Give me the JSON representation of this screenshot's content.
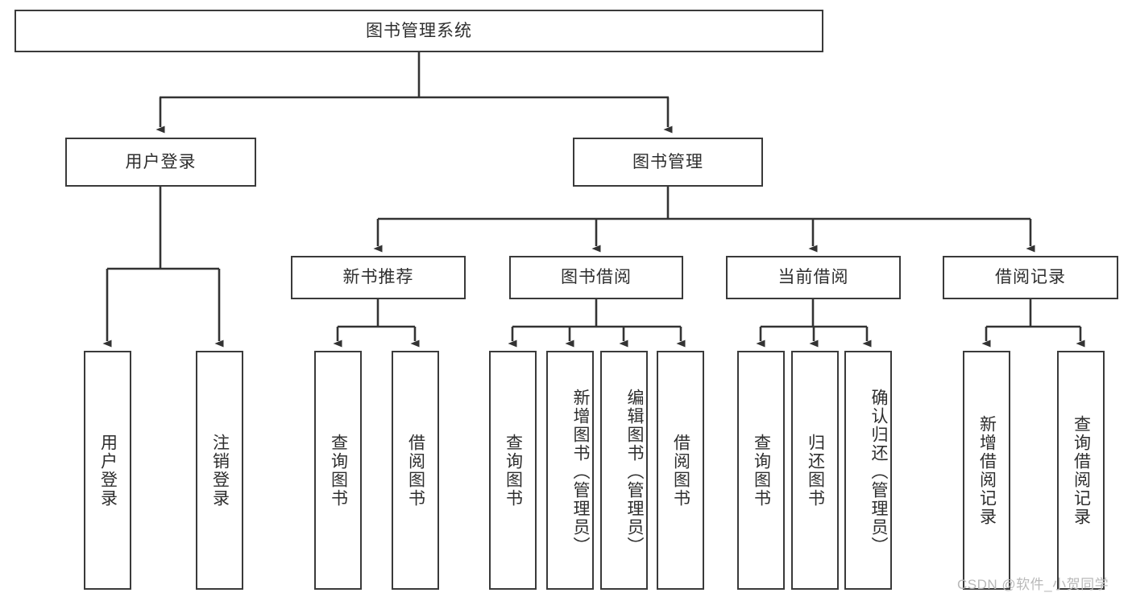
{
  "title": "图书管理系统",
  "watermark": "CSDN @软件_小贺同学",
  "colors": {
    "background": "#ffffff",
    "box_border": "#3a3a3a",
    "text": "#2e2e2e",
    "connector": "#333333",
    "watermark": "#b9b9b9"
  },
  "root": {
    "label": "图书管理系统"
  },
  "level2": [
    {
      "label": "用户登录"
    },
    {
      "label": "图书管理"
    }
  ],
  "level3": [
    {
      "label": "新书推荐"
    },
    {
      "label": "图书借阅"
    },
    {
      "label": "当前借阅"
    },
    {
      "label": "借阅记录"
    }
  ],
  "leaves": {
    "user_login": [
      {
        "label": "用户登录"
      },
      {
        "label": "注销登录"
      }
    ],
    "new_book_recommend": [
      {
        "label": "查询图书"
      },
      {
        "label": "借阅图书"
      }
    ],
    "book_borrow": [
      {
        "label": "查询图书"
      },
      {
        "label": "新增图书（管理员）"
      },
      {
        "label": "编辑图书（管理员）"
      },
      {
        "label": "借阅图书"
      }
    ],
    "current_borrow": [
      {
        "label": "查询图书"
      },
      {
        "label": "归还图书"
      },
      {
        "label": "确认归还（管理员）"
      }
    ],
    "borrow_records": [
      {
        "label": "新增借阅记录"
      },
      {
        "label": "查询借阅记录"
      }
    ]
  },
  "chart_data": {
    "type": "diagram",
    "diagram_type": "tree",
    "title": "图书管理系统",
    "orientation": "top-down",
    "nodes": [
      {
        "id": "root",
        "label": "图书管理系统",
        "level": 0
      },
      {
        "id": "n1",
        "label": "用户登录",
        "level": 1
      },
      {
        "id": "n2",
        "label": "图书管理",
        "level": 1
      },
      {
        "id": "n1a",
        "label": "用户登录",
        "level": 2
      },
      {
        "id": "n1b",
        "label": "注销登录",
        "level": 2
      },
      {
        "id": "n21",
        "label": "新书推荐",
        "level": 2
      },
      {
        "id": "n22",
        "label": "图书借阅",
        "level": 2
      },
      {
        "id": "n23",
        "label": "当前借阅",
        "level": 2
      },
      {
        "id": "n24",
        "label": "借阅记录",
        "level": 2
      },
      {
        "id": "n21a",
        "label": "查询图书",
        "level": 3
      },
      {
        "id": "n21b",
        "label": "借阅图书",
        "level": 3
      },
      {
        "id": "n22a",
        "label": "查询图书",
        "level": 3
      },
      {
        "id": "n22b",
        "label": "新增图书（管理员）",
        "level": 3
      },
      {
        "id": "n22c",
        "label": "编辑图书（管理员）",
        "level": 3
      },
      {
        "id": "n22d",
        "label": "借阅图书",
        "level": 3
      },
      {
        "id": "n23a",
        "label": "查询图书",
        "level": 3
      },
      {
        "id": "n23b",
        "label": "归还图书",
        "level": 3
      },
      {
        "id": "n23c",
        "label": "确认归还（管理员）",
        "level": 3
      },
      {
        "id": "n24a",
        "label": "新增借阅记录",
        "level": 3
      },
      {
        "id": "n24b",
        "label": "查询借阅记录",
        "level": 3
      }
    ],
    "edges": [
      {
        "from": "root",
        "to": "n1"
      },
      {
        "from": "root",
        "to": "n2"
      },
      {
        "from": "n1",
        "to": "n1a"
      },
      {
        "from": "n1",
        "to": "n1b"
      },
      {
        "from": "n2",
        "to": "n21"
      },
      {
        "from": "n2",
        "to": "n22"
      },
      {
        "from": "n2",
        "to": "n23"
      },
      {
        "from": "n2",
        "to": "n24"
      },
      {
        "from": "n21",
        "to": "n21a"
      },
      {
        "from": "n21",
        "to": "n21b"
      },
      {
        "from": "n22",
        "to": "n22a"
      },
      {
        "from": "n22",
        "to": "n22b"
      },
      {
        "from": "n22",
        "to": "n22c"
      },
      {
        "from": "n22",
        "to": "n22d"
      },
      {
        "from": "n23",
        "to": "n23a"
      },
      {
        "from": "n23",
        "to": "n23b"
      },
      {
        "from": "n23",
        "to": "n23c"
      },
      {
        "from": "n24",
        "to": "n24a"
      },
      {
        "from": "n24",
        "to": "n24b"
      }
    ]
  }
}
